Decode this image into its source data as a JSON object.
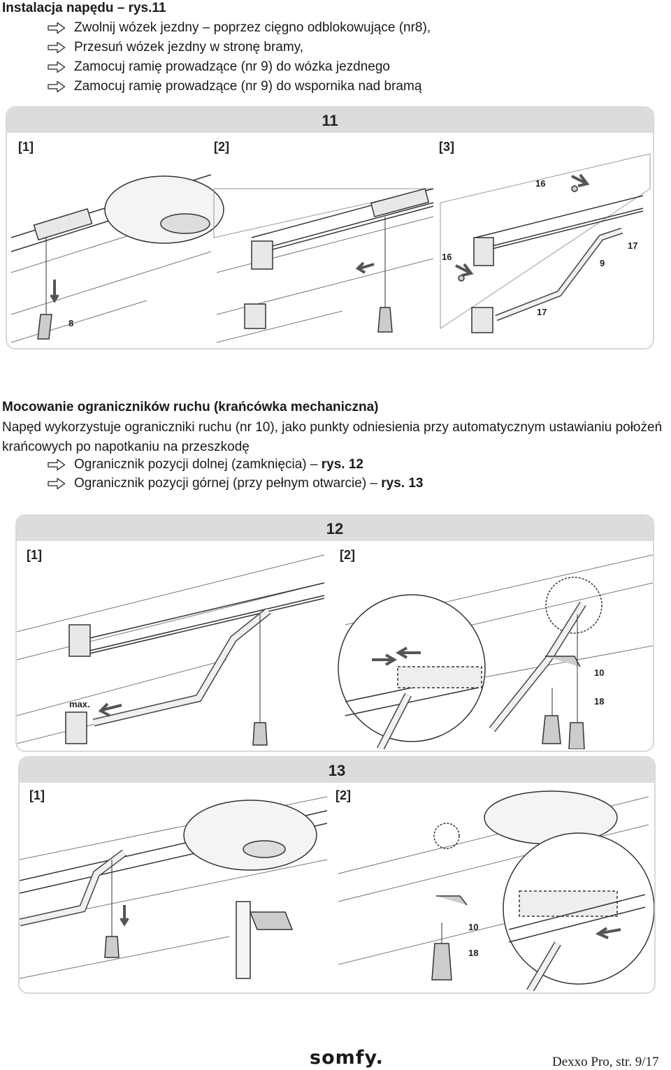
{
  "section1": {
    "title": "Instalacja napędu – rys.11",
    "bullets": [
      "Zwolnij wózek jezdny – poprzez cięgno odblokowujące (nr8),",
      "Przesuń wózek jezdny w stronę bramy,",
      "Zamocuj ramię prowadzące (nr 9) do wózka jezdnego",
      "Zamocuj ramię prowadzące (nr 9) do wspornika nad bramą"
    ]
  },
  "figure11": {
    "number": "11",
    "panels": [
      "[1]",
      "[2]",
      "[3]"
    ],
    "callouts": [
      "8",
      "16",
      "17",
      "9",
      "16",
      "17"
    ]
  },
  "section2": {
    "title": "Mocowanie ograniczników ruchu (krańcówka mechaniczna)",
    "paragraph": "Napęd wykorzystuje ograniczniki ruchu (nr 10), jako punkty odniesienia przy automatycznym ustawianiu położeń krańcowych po napotkaniu na przeszkodę",
    "bullets": [
      {
        "text": "Ogranicznik pozycji dolnej (zamknięcia) – ",
        "ref": "rys. 12"
      },
      {
        "text": "Ogranicznik pozycji górnej (przy pełnym otwarcie) – ",
        "ref": "rys. 13"
      }
    ]
  },
  "figure12": {
    "number": "12",
    "panels": [
      "[1]",
      "[2]"
    ],
    "max_label": "max.",
    "callouts": [
      "10",
      "18"
    ]
  },
  "figure13": {
    "number": "13",
    "panels": [
      "[1]",
      "[2]"
    ],
    "callouts": [
      "10",
      "18"
    ]
  },
  "footer": {
    "logo": "somfy.",
    "page": "Dexxo Pro, str. 9/17"
  }
}
